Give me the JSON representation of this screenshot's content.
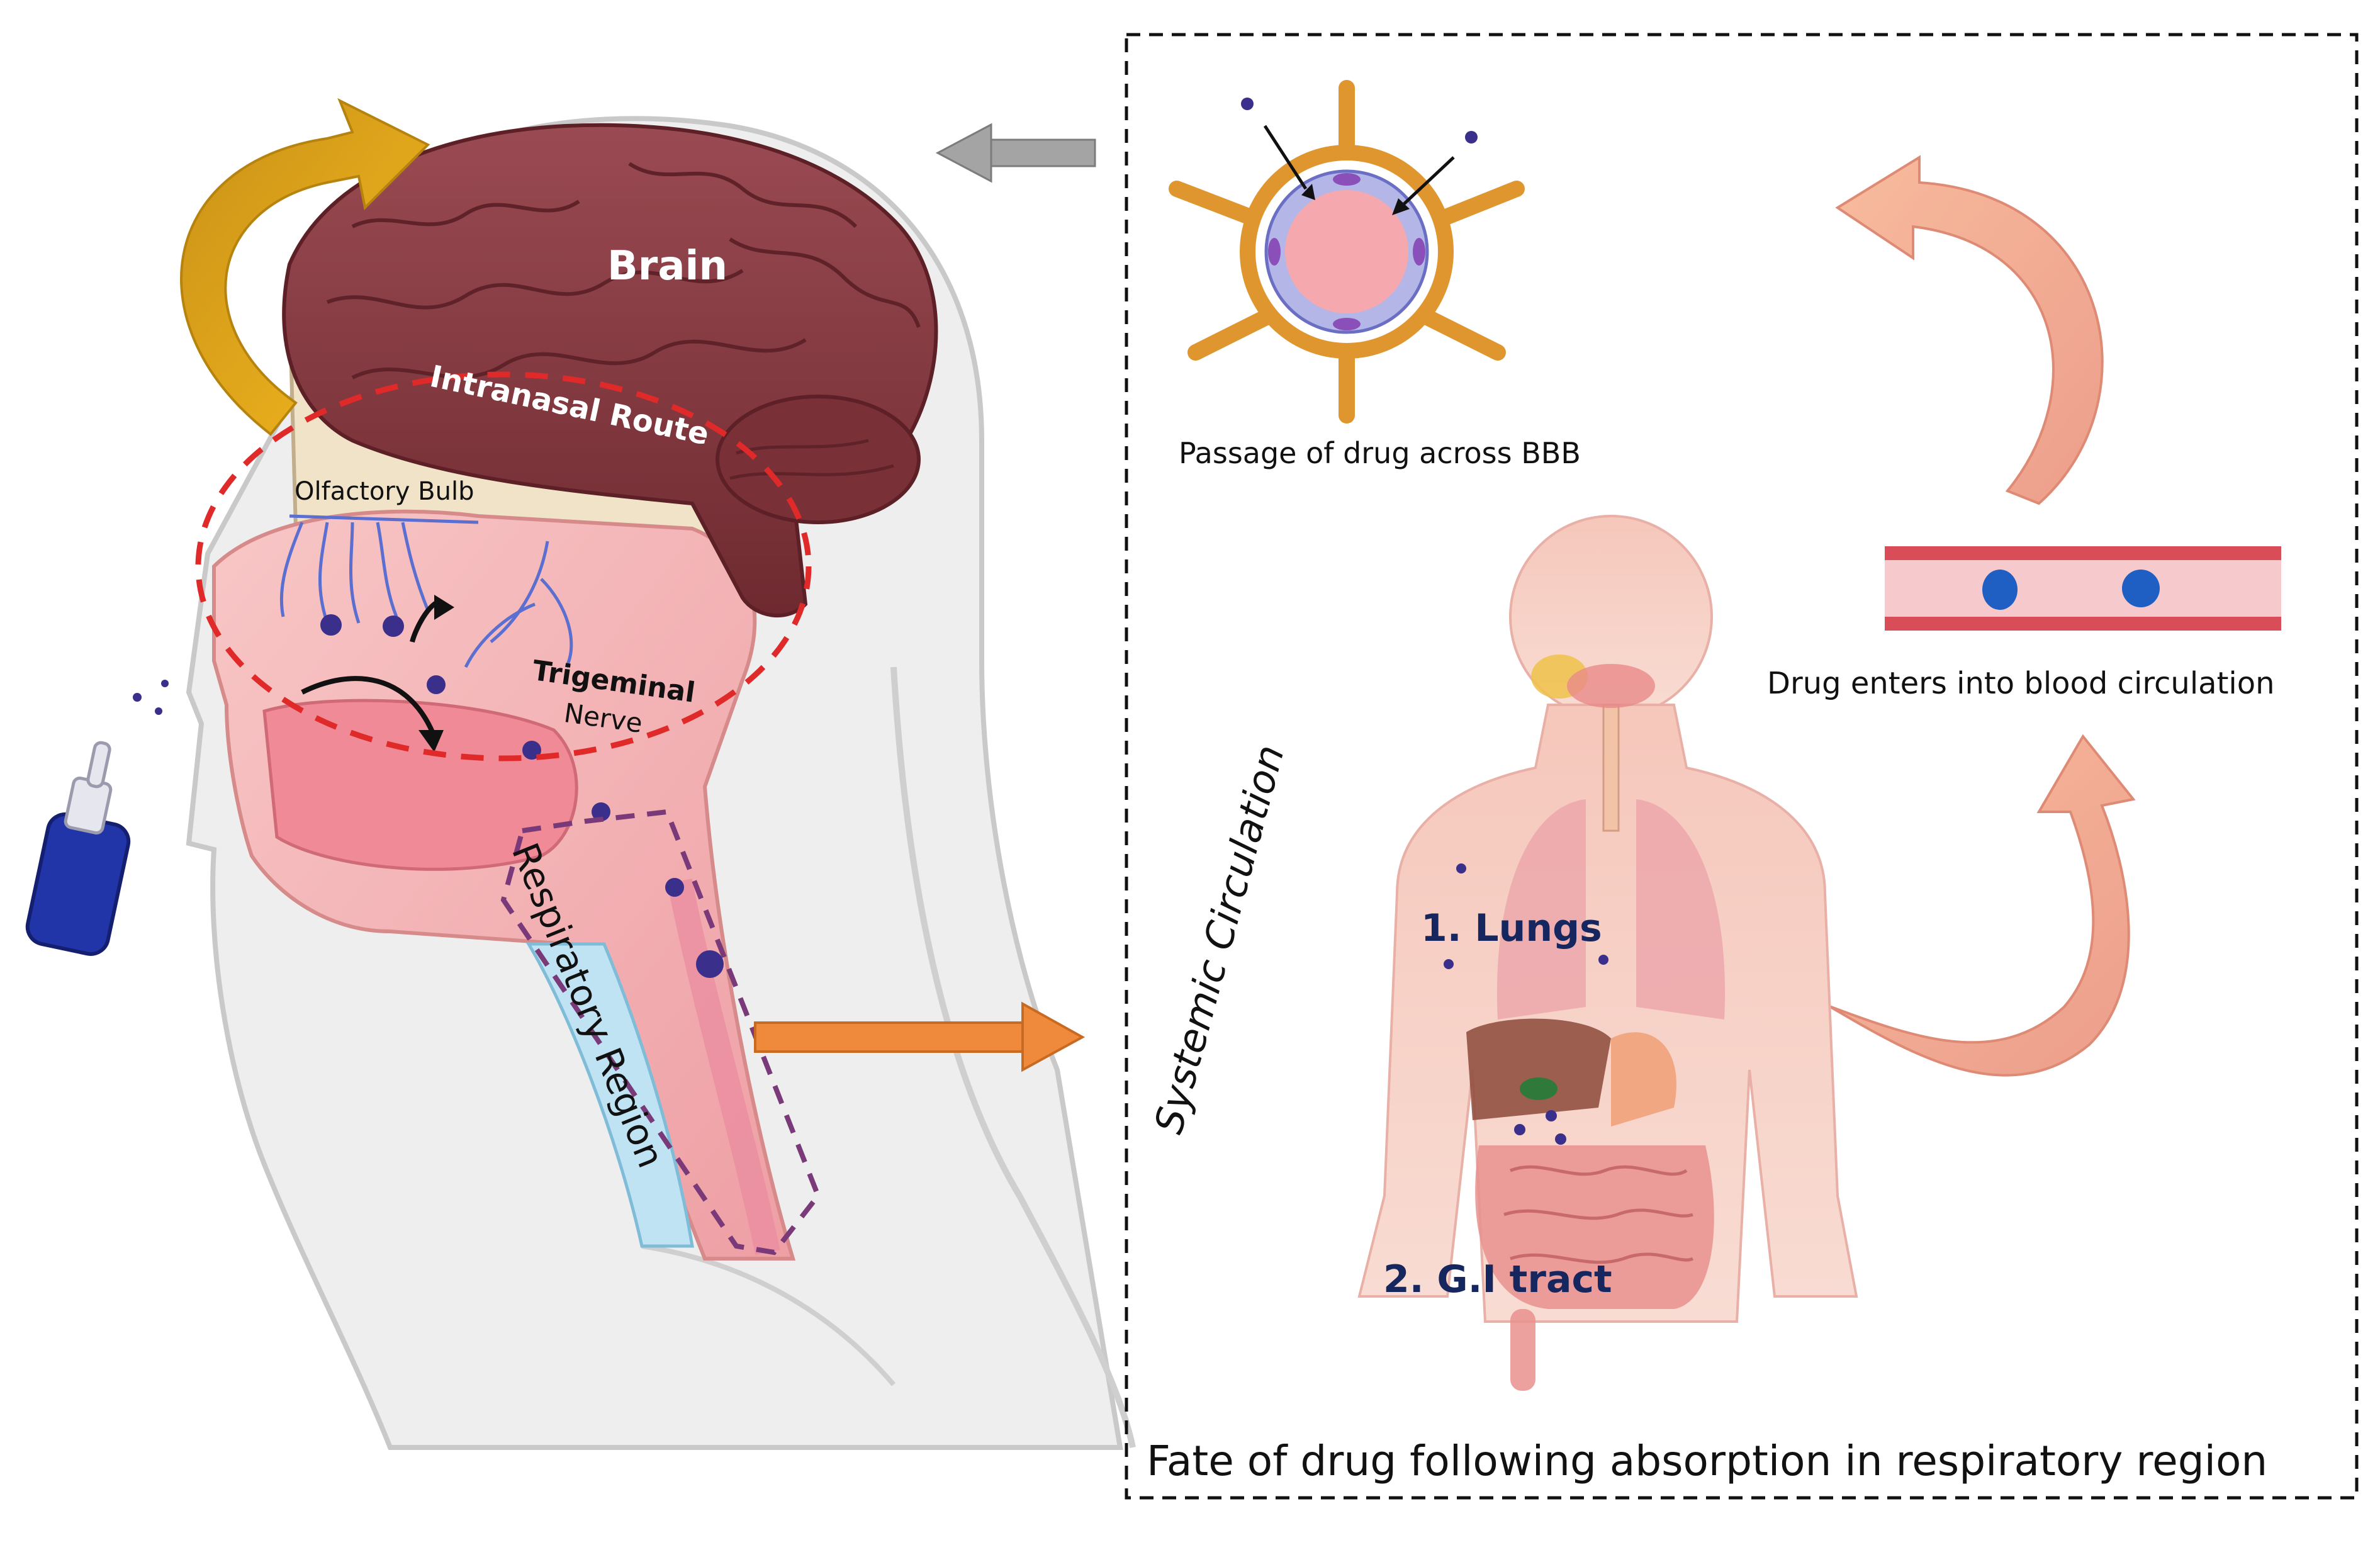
{
  "labels": {
    "brain": "Brain",
    "intranasal_route": "Intranasal Route",
    "olfactory_bulb": "Olfactory Bulb",
    "trigeminal": "Trigeminal",
    "nerve": "Nerve",
    "respiratory_region": "Respiratory Region",
    "bbb_passage": "Passage of drug across BBB",
    "blood_circulation": "Drug enters into blood circulation",
    "systemic_circulation": "Systemic Circulation",
    "lungs": "1. Lungs",
    "gi_tract": "2. G.I tract",
    "fate_caption": "Fate of drug following absorption in respiratory region"
  },
  "colors": {
    "brain": "#8c3d44",
    "skin": "#f4b4b4",
    "head_outline": "#d7d7d7",
    "curved_arrow_gold": "#e0a51a",
    "arrow_orange": "#ef8a3c",
    "arrow_salmon": "#f2a683",
    "arrow_gray": "#9a9a9a",
    "dashed_red": "#e02a2a",
    "dashed_purple": "#7a3a7a",
    "vessel_orange": "#e0962f",
    "drug_dot": "#3b2f8c",
    "nerve_blue": "#5a6fd0"
  },
  "icons": [
    "nasal-spray-bottle-icon",
    "blood-vessel-icon",
    "bbb-capillary-icon",
    "body-silhouette-icon"
  ]
}
